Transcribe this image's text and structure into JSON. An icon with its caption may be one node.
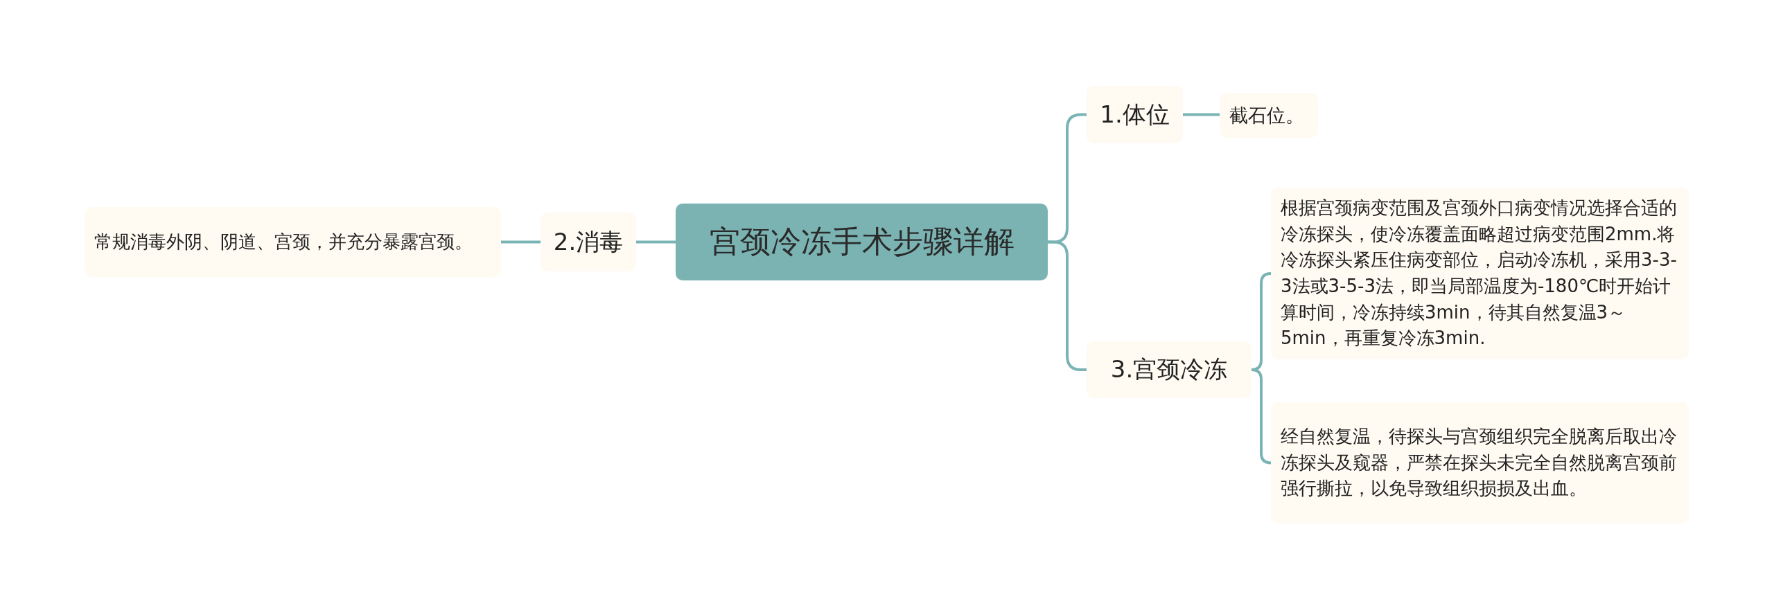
{
  "diagram": {
    "nodes": [
      {
        "text": [
          "宫颈冷冻手术步骤详解"
        ]
      },
      {
        "text": [
          "1.体位"
        ]
      },
      {
        "text": [
          "截石位。"
        ]
      },
      {
        "text": [
          "3.宫颈冷冻"
        ]
      },
      {
        "text": [
          "根据宫颈病变范围及宫颈外口病变情况选择合适的冷冻探头，使冷冻覆盖面略超过病变范围2mm.将冷冻探头紧压住病变部位，启动冷冻机，采用3-3-3法或3-5-3法，即当局部温度为-180℃时开始计算时间，冷冻持续3min，待其自然复温3～5min，再重复冷冻3min."
        ]
      },
      {
        "text": [
          "经自然复温，待探头与宫颈组织完全脱离后取出冷冻探头及窥器，严禁在探头未完全自然脱离宫颈前强行撕拉，以免导致组织损损及出血。"
        ]
      },
      {
        "text": [
          "2.消毒"
        ]
      },
      {
        "text": [
          "常规消毒外阴、阴道、宫颈，并充分暴露宫颈。"
        ]
      }
    ],
    "edges": [
      {
        "from": 0,
        "to": 1,
        "arrow": "none"
      },
      {
        "from": 1,
        "to": 2,
        "arrow": "none"
      },
      {
        "from": 0,
        "to": 3,
        "arrow": "none"
      },
      {
        "from": 3,
        "to": 4,
        "arrow": "none"
      },
      {
        "from": 3,
        "to": 5,
        "arrow": "none"
      },
      {
        "from": 0,
        "to": 6,
        "arrow": "none"
      },
      {
        "from": 6,
        "to": 7,
        "arrow": "none"
      }
    ]
  }
}
